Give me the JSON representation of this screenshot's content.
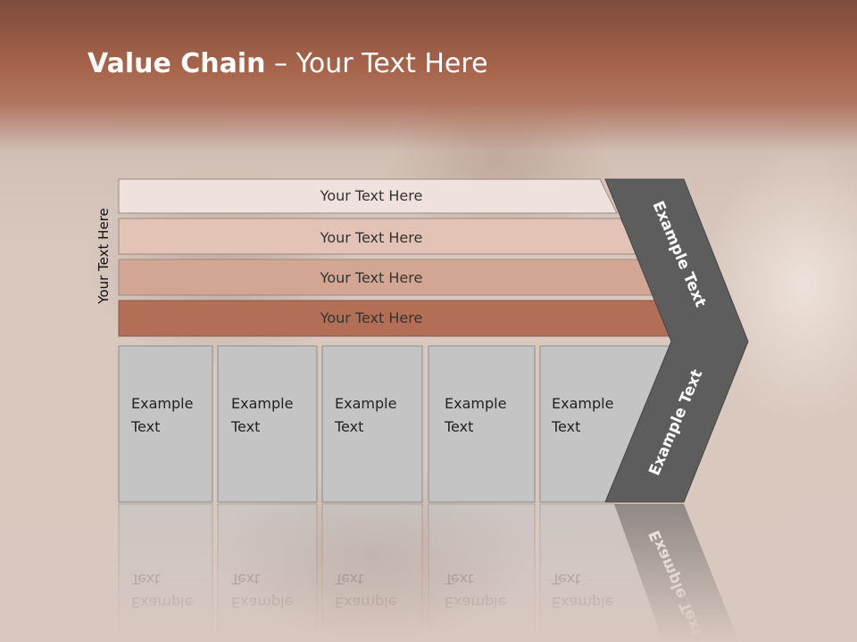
{
  "slide": {
    "title_bold": "Value Chain",
    "title_rest": " – Your Text Here",
    "side_label": "Your Text Here"
  },
  "bands": [
    {
      "text": "Your Text Here",
      "color": "#efe1dc"
    },
    {
      "text": "Your Text Here",
      "color": "#e2c3b6"
    },
    {
      "text": "Your Text Here",
      "color": "#d3a693"
    },
    {
      "text": "Your Text Here",
      "color": "#b36f56"
    }
  ],
  "boxes": [
    {
      "line1": "Example",
      "line2": "Text"
    },
    {
      "line1": "Example",
      "line2": "Text"
    },
    {
      "line1": "Example",
      "line2": "Text"
    },
    {
      "line1": "Example",
      "line2": "Text"
    },
    {
      "line1": "Example",
      "line2": "Text"
    }
  ],
  "arrow": {
    "upper_text": "Example Text",
    "lower_text": "Example Text",
    "color": "#5d5d5d"
  },
  "colors": {
    "box_fill": "#c4c4c4",
    "header_band": "#a8644b"
  }
}
